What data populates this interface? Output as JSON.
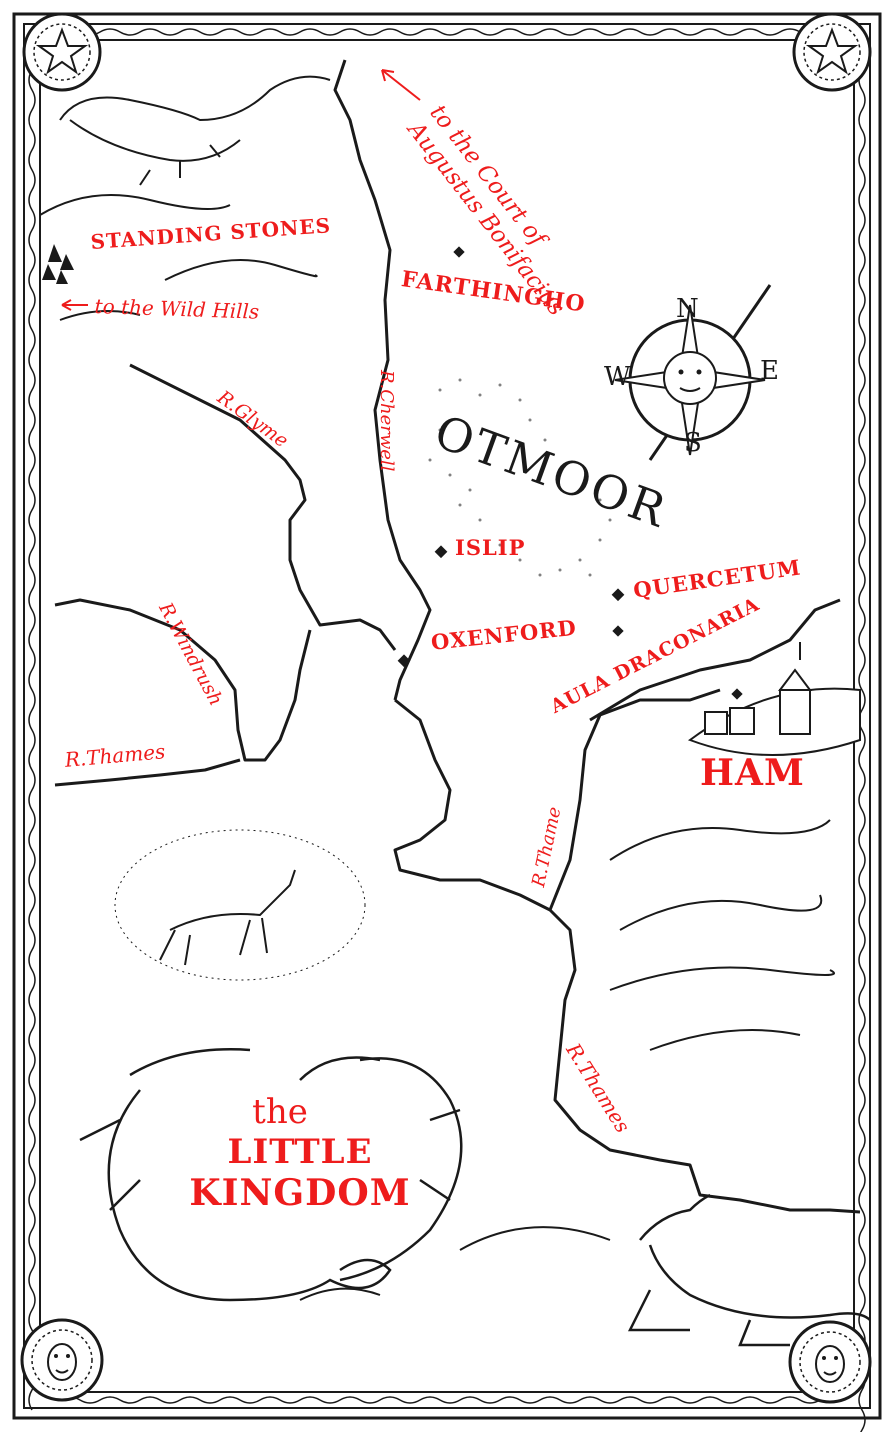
{
  "labels": {
    "court": [
      "to the Court of",
      "Augustus Bonifacius"
    ],
    "standing_stones": "STANDING STONES",
    "wild_hills": "to the Wild Hills",
    "farthingho": "FARTHINGHO",
    "glyme": "R.Glyme",
    "cherwell": "R.Cherwell",
    "otmoor": "OTMOOR",
    "islip": "ISLIP",
    "quercetum": "QUERCETUM",
    "oxenford": "OXENFORD",
    "aula": "AULA DRACONARIA",
    "windrush": "R.Windrush",
    "thames_west": "R.Thames",
    "thame": "R.Thame",
    "ham": "HAM",
    "thames_south": "R.Thames",
    "kingdom": [
      "the",
      "LITTLE",
      "KINGDOM"
    ]
  },
  "compass": {
    "n": "N",
    "e": "E",
    "s": "S",
    "w": "W"
  },
  "icons": [
    "star-medallion-icon",
    "face-medallion-icon",
    "compass-rose-icon",
    "dragon-icon",
    "unicorn-icon",
    "hound-icon",
    "village-icon",
    "town-marker-icon"
  ],
  "colors": {
    "label": "#ee1c1c",
    "ink": "#1a1a1a",
    "paper": "#ffffff"
  }
}
